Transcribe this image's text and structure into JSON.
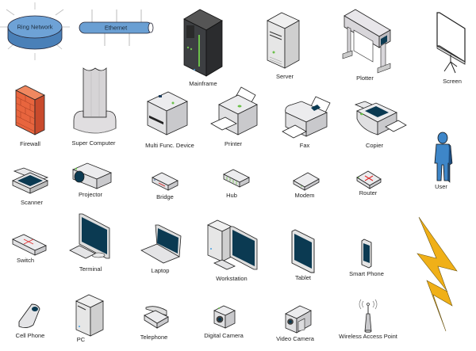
{
  "stencil": {
    "shapes": [
      {
        "id": "ring-network",
        "label": "Ring Network"
      },
      {
        "id": "ethernet",
        "label": "Ethernet"
      },
      {
        "id": "mainframe",
        "label": "Mainframe"
      },
      {
        "id": "server",
        "label": "Server"
      },
      {
        "id": "plotter",
        "label": "Plotter"
      },
      {
        "id": "screen",
        "label": "Screen"
      },
      {
        "id": "firewall",
        "label": "Firewall"
      },
      {
        "id": "super-computer",
        "label": "Super Computer"
      },
      {
        "id": "multi-func-device",
        "label": "Multi Func. Device"
      },
      {
        "id": "printer",
        "label": "Printer"
      },
      {
        "id": "fax",
        "label": "Fax"
      },
      {
        "id": "copier",
        "label": "Copier"
      },
      {
        "id": "user",
        "label": "User"
      },
      {
        "id": "scanner",
        "label": "Scanner"
      },
      {
        "id": "projector",
        "label": "Projector"
      },
      {
        "id": "bridge",
        "label": "Bridge"
      },
      {
        "id": "hub",
        "label": "Hub"
      },
      {
        "id": "modem",
        "label": "Modem"
      },
      {
        "id": "router",
        "label": "Router"
      },
      {
        "id": "switch",
        "label": "Switch"
      },
      {
        "id": "terminal",
        "label": "Terminal"
      },
      {
        "id": "laptop",
        "label": "Laptop"
      },
      {
        "id": "workstation",
        "label": "Workstation"
      },
      {
        "id": "tablet",
        "label": "Tablet"
      },
      {
        "id": "smart-phone",
        "label": "Smart Phone"
      },
      {
        "id": "cell-phone",
        "label": "Cell Phone"
      },
      {
        "id": "pc",
        "label": "PC"
      },
      {
        "id": "telephone",
        "label": "Telephone"
      },
      {
        "id": "digital-camera",
        "label": "Digital Camera"
      },
      {
        "id": "video-camera",
        "label": "Video Camera"
      },
      {
        "id": "wireless-access-point",
        "label": "Wireless Access Point"
      },
      {
        "id": "lightning-bolt",
        "label": ""
      }
    ]
  },
  "colors": {
    "network_blue": "#5b93c9",
    "firewall_red": "#e0583a",
    "screen_dark": "#0b3a52",
    "device_gray": "#e4e2e6",
    "mainframe_dark": "#3d3f42",
    "led_green": "#6cc04a",
    "user_blue": "#3e86c8",
    "bolt_yellow": "#f0b018"
  }
}
